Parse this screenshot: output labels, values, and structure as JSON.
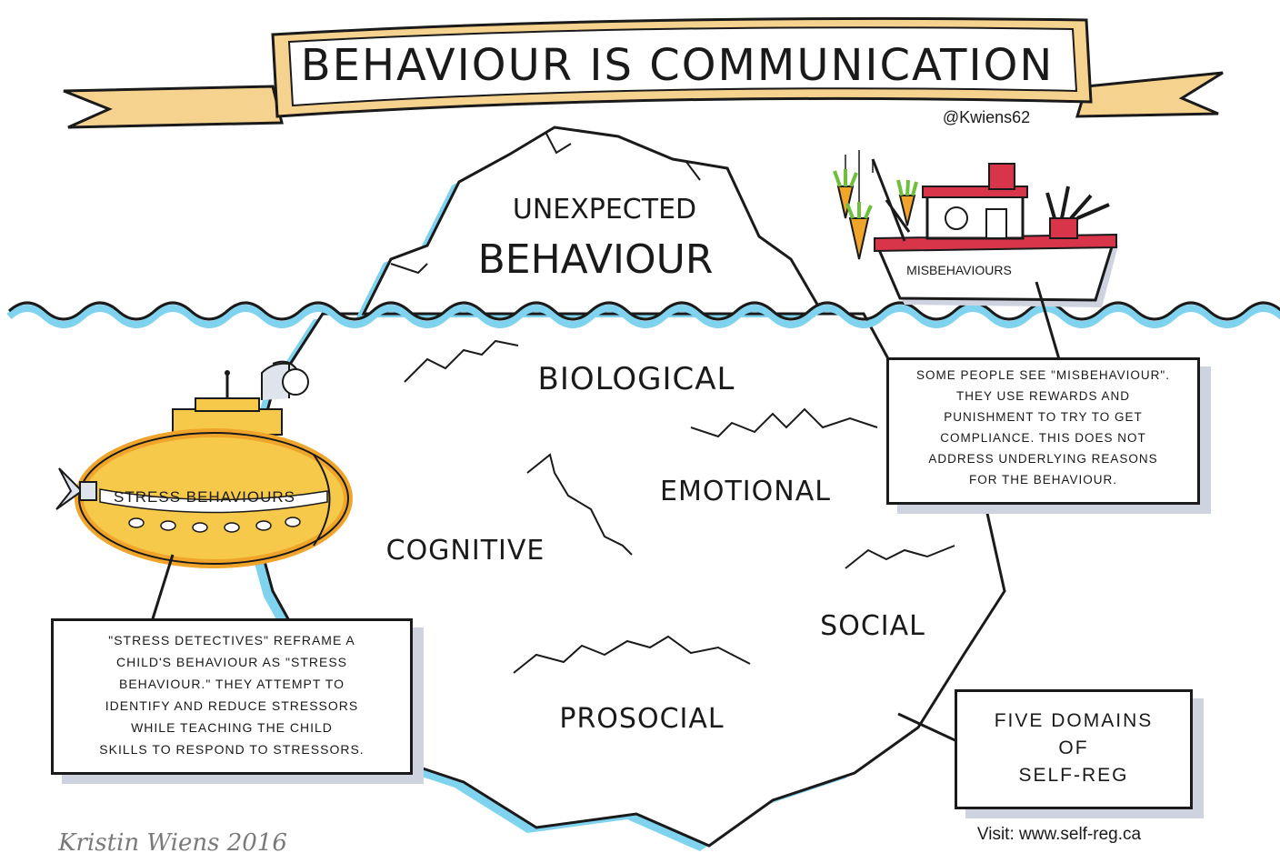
{
  "banner": {
    "title": "BEHAVIOUR IS COMMUNICATION"
  },
  "handle": "@Kwiens62",
  "iceberg": {
    "tip_line1": "UNEXPECTED",
    "tip_line2": "BEHAVIOUR",
    "domains": [
      "BIOLOGICAL",
      "EMOTIONAL",
      "COGNITIVE",
      "SOCIAL",
      "PROSOCIAL"
    ]
  },
  "boat": {
    "label": "MISBEHAVIOURS"
  },
  "submarine": {
    "label": "STRESS BEHAVIOURS"
  },
  "notes": {
    "misbehaviour": [
      "Some people see \"misbehaviour\".",
      "They use rewards and",
      "punishment to try to get",
      "compliance. This does not",
      "address underlying reasons",
      "for the behaviour."
    ],
    "stress": [
      "\"Stress detectives\" reframe a",
      "child's behaviour as \"stress",
      "behaviour.\" They attempt to",
      "identify and reduce stressors",
      "while teaching the child",
      "skills to respond to stressors."
    ],
    "domains": [
      "FIVE DOMAINS",
      "OF",
      "SELF-REG"
    ]
  },
  "footer": {
    "visit": "Visit: www.self-reg.ca",
    "signature": "Kristin Wiens 2016"
  },
  "colors": {
    "banner_fill": "#f6d28f",
    "banner_stroke": "#e8a23a",
    "water": "#7fd3ee",
    "boat_red": "#d8344a",
    "sub_yellow": "#f7c94a",
    "sub_orange": "#f0a52a",
    "ink": "#1a1a1a",
    "shadow": "#cfd3e0"
  }
}
